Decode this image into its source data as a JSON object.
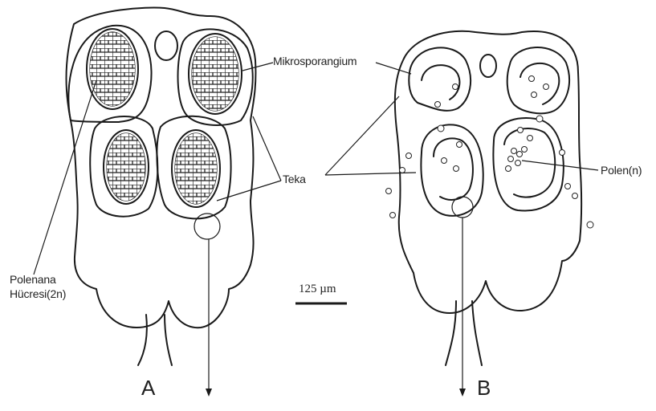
{
  "labels": {
    "microsporangium": "Mikrosporangium",
    "theca": "Teka",
    "pollen": "Polen(n)",
    "pollen_mother_cell_line1": "Polenana",
    "pollen_mother_cell_line2": "Hücresi(2n)",
    "scale": "125 µm",
    "panel_a": "A",
    "panel_b": "B"
  }
}
